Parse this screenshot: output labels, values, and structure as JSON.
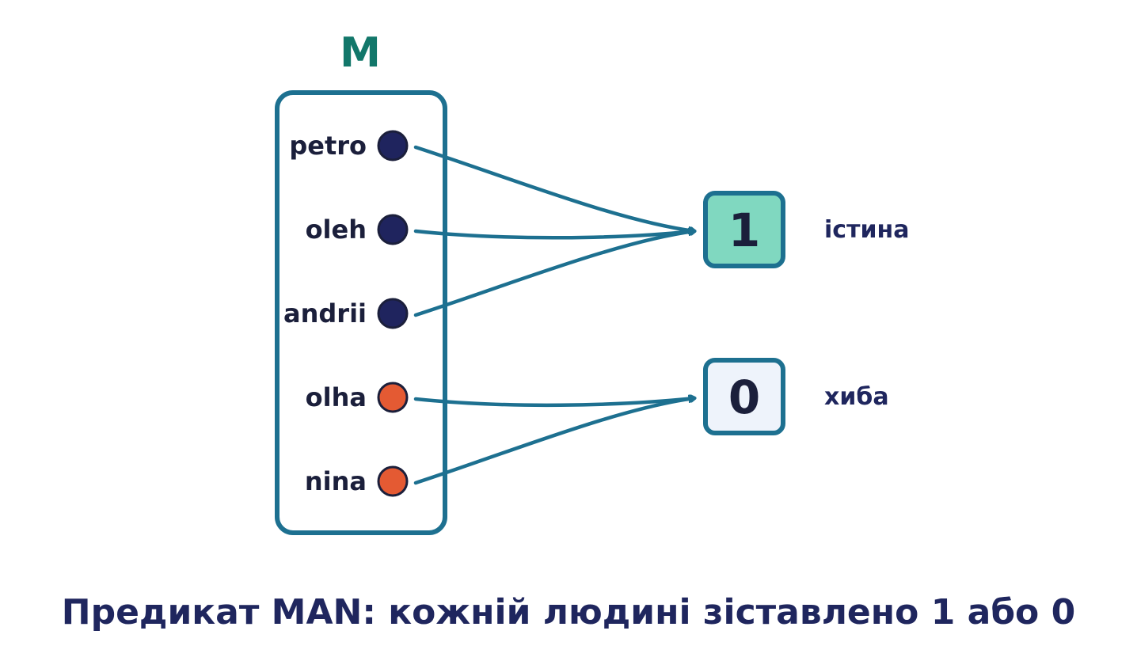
{
  "set": {
    "name": "M",
    "elements": [
      {
        "label": "petro",
        "maps_to": "1",
        "kind": "man"
      },
      {
        "label": "oleh",
        "maps_to": "1",
        "kind": "man"
      },
      {
        "label": "andrii",
        "maps_to": "1",
        "kind": "man"
      },
      {
        "label": "olha",
        "maps_to": "0",
        "kind": "woman"
      },
      {
        "label": "nina",
        "maps_to": "0",
        "kind": "woman"
      }
    ]
  },
  "values": [
    {
      "id": "1",
      "text": "1",
      "label": "істина"
    },
    {
      "id": "0",
      "text": "0",
      "label": "хиба"
    }
  ],
  "caption": "Предикат MAN: кожній людині зіставлено 1 або 0",
  "colors": {
    "set_title": "#12776a",
    "frame": "#1d7090",
    "arrow": "#1d7090",
    "text_dark": "#1b1f3b",
    "caption": "#1f265e",
    "value_label": "#1f265e",
    "dot_man": "#1f245e",
    "dot_woman": "#e45a33",
    "dot_stroke": "#1b1f3b",
    "true_fill": "#80d8c0",
    "false_fill": "#eef3fb"
  }
}
